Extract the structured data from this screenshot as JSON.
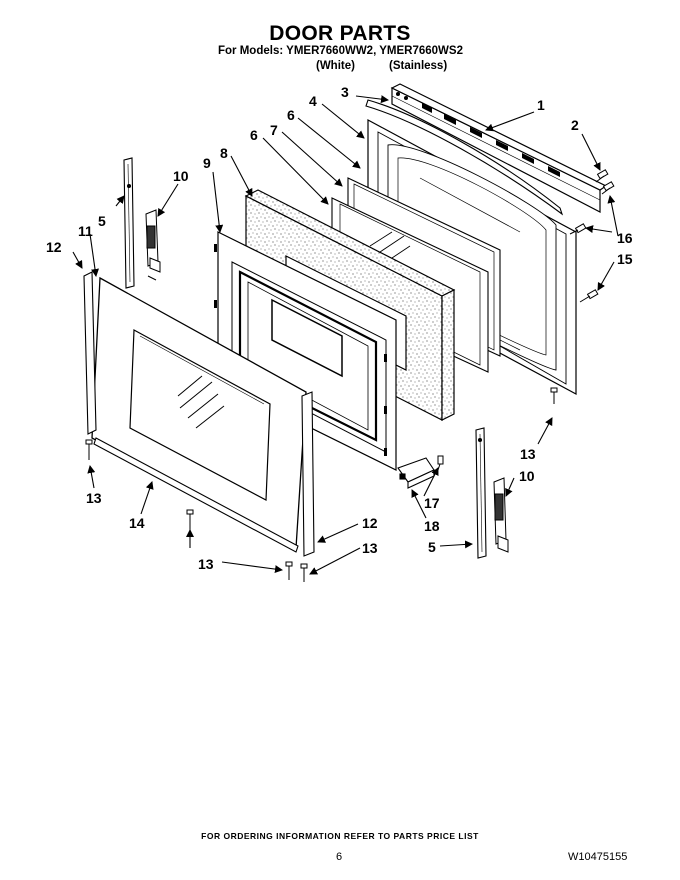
{
  "header": {
    "title": "DOOR PARTS",
    "models_line": "For Models: YMER7660WW2, YMER7660WS2",
    "variant_white": "(White)",
    "variant_stainless": "(Stainless)"
  },
  "callouts": {
    "c1": "1",
    "c2": "2",
    "c3": "3",
    "c4": "4",
    "c5a": "5",
    "c5b": "5",
    "c6a": "6",
    "c6b": "6",
    "c7": "7",
    "c8": "8",
    "c9": "9",
    "c10a": "10",
    "c10b": "10",
    "c11": "11",
    "c12a": "12",
    "c12b": "12",
    "c13a": "13",
    "c13b": "13",
    "c13c": "13",
    "c13d": "13",
    "c14": "14",
    "c15": "15",
    "c16": "16",
    "c17": "17",
    "c18": "18"
  },
  "footer": {
    "note": "FOR ORDERING INFORMATION REFER TO PARTS PRICE LIST",
    "page_number": "6",
    "document_number": "W10475155"
  }
}
